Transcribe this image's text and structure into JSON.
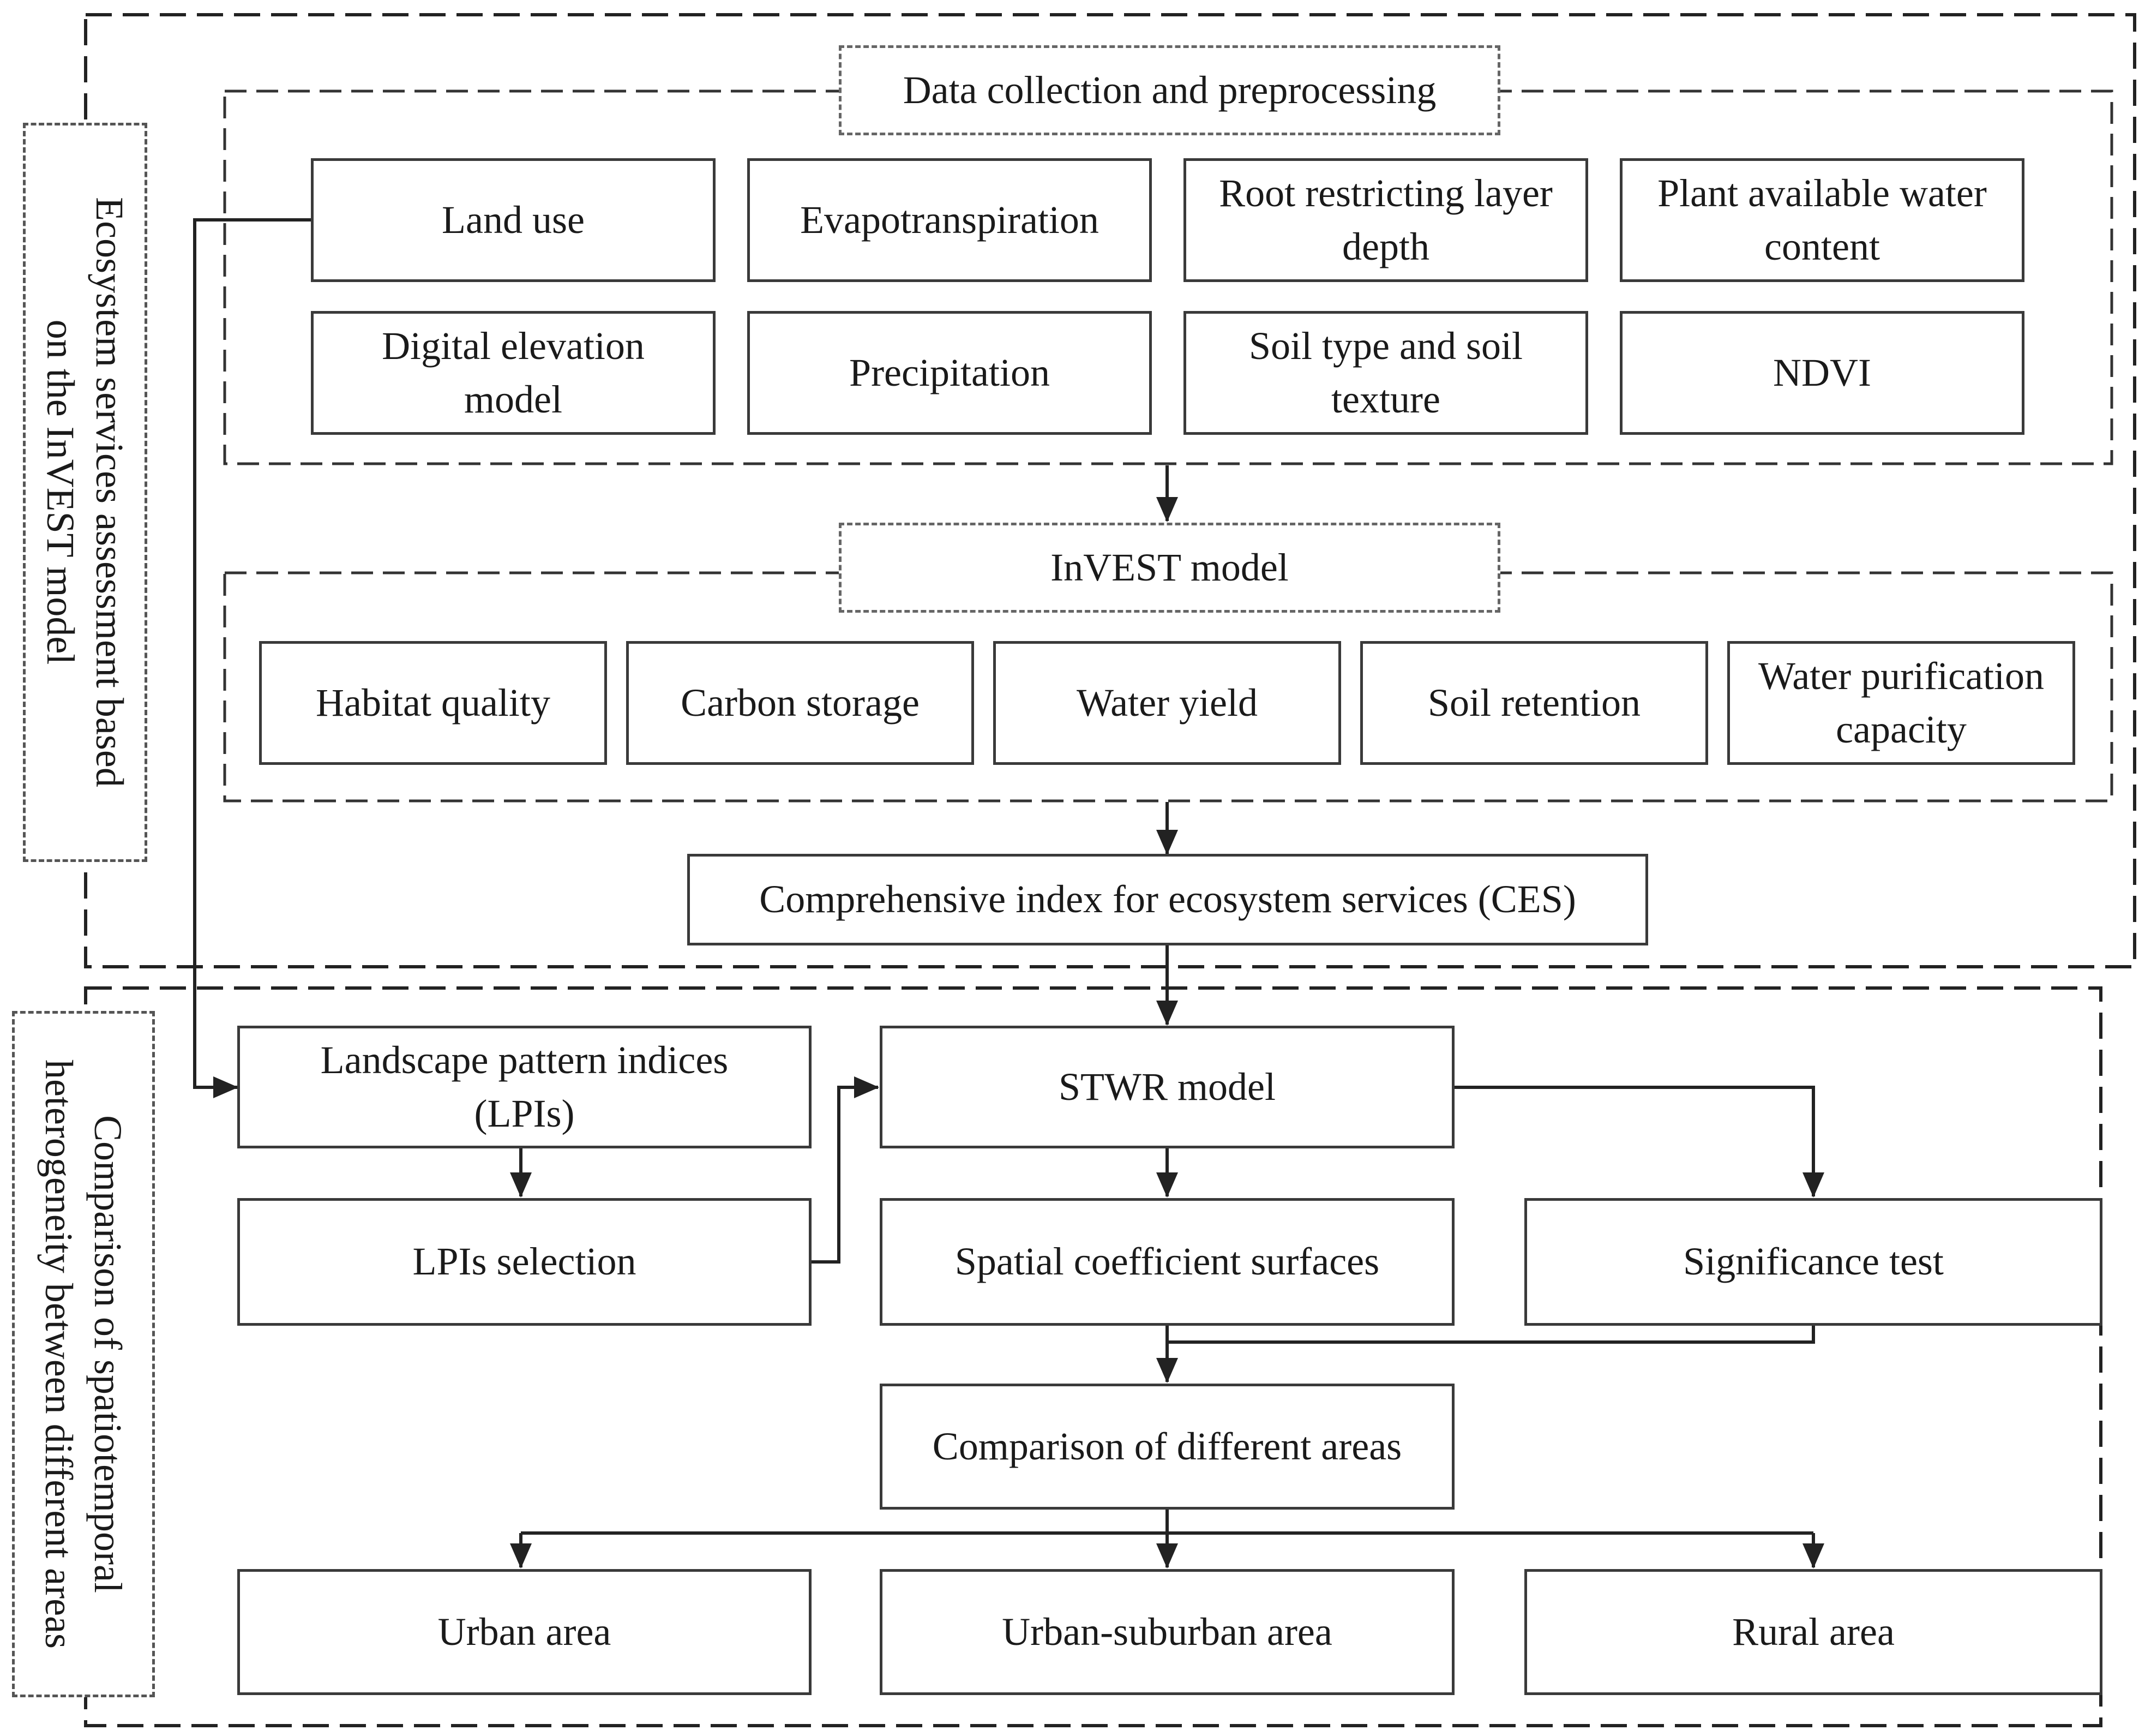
{
  "section1": {
    "side_label": [
      "Ecosystem services  assessment based",
      "on the InVEST model"
    ],
    "data_title": "Data collection and preprocessing",
    "data_items": [
      [
        "Land use"
      ],
      [
        "Evapotranspiration"
      ],
      [
        "Root restricting layer",
        "depth"
      ],
      [
        "Plant available water",
        "content"
      ],
      [
        "Digital elevation",
        "model"
      ],
      [
        "Precipitation"
      ],
      [
        "Soil type and soil",
        "texture"
      ],
      [
        "NDVI"
      ]
    ],
    "invest_title": "InVEST model",
    "invest_items": [
      [
        "Habitat quality"
      ],
      [
        "Carbon storage"
      ],
      [
        "Water yield"
      ],
      [
        "Soil retention"
      ],
      [
        "Water purification",
        "capacity"
      ]
    ],
    "ces": "Comprehensive index for ecosystem services (CES)"
  },
  "section2": {
    "side_label": [
      "Comparison of spatiotemporal",
      "heterogeneity between different areas"
    ],
    "lpi": [
      "Landscape pattern indices",
      "(LPIs)"
    ],
    "lpi_selection": "LPIs selection",
    "stwr": "STWR model",
    "spatial": "Spatial coefficient surfaces",
    "significance": "Significance test",
    "comparison": "Comparison of different areas",
    "areas": [
      "Urban area",
      "Urban-suburban area",
      "Rural area"
    ]
  }
}
